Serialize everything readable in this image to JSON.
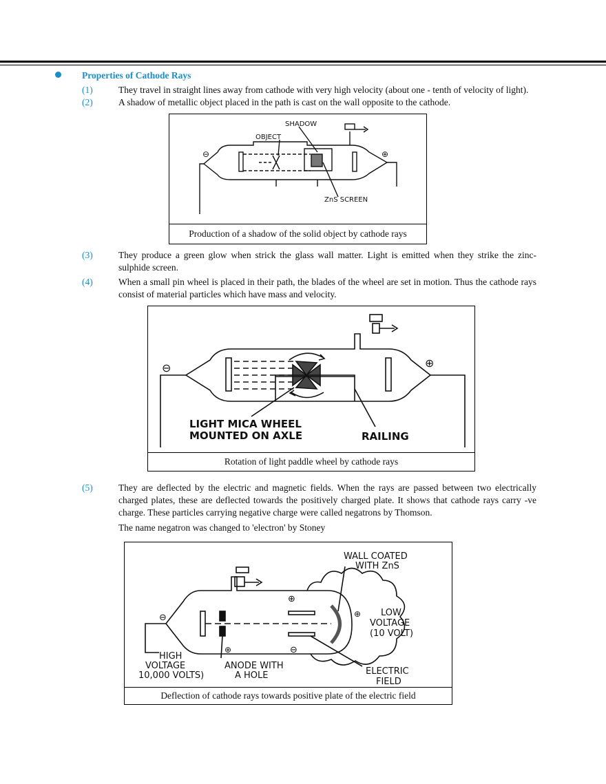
{
  "section": {
    "heading": "Properties of Cathode Rays"
  },
  "items": [
    {
      "num": "(1)",
      "text": "They travel in straight lines away from cathode with very high velocity (about one - tenth of velocity of light)."
    },
    {
      "num": "(2)",
      "text": "A shadow of metallic object placed in the path is cast on the wall opposite to the cathode."
    },
    {
      "num": "(3)",
      "text": "They produce a green glow when strick the glass wall matter. Light is emitted when they strike the zinc-sulphide screen."
    },
    {
      "num": "(4)",
      "text": "When a small pin wheel is placed in their path, the blades of the wheel are set in motion. Thus the cathode rays consist of material particles which have mass and velocity."
    },
    {
      "num": "(5)",
      "text": "They are deflected by the electric and magnetic fields. When the rays are passed between two electrically charged plates, these are deflected towards the positively charged plate. It shows that cathode rays carry -ve charge. These particles carrying negative charge were called negatrons by Thomson."
    }
  ],
  "note": "The name negatron was changed to 'electron' by Stoney",
  "figures": [
    {
      "caption": "Production of a shadow of the solid object by cathode rays",
      "labels": {
        "shadow": "SHADOW",
        "object": "OBJECT",
        "screen": "ZnS SCREEN",
        "minus": "⊖",
        "plus": "⊕"
      }
    },
    {
      "caption": "Rotation of light paddle wheel by cathode rays",
      "labels": {
        "wheel_1": "LIGHT MICA WHEEL",
        "wheel_2": "MOUNTED ON AXLE",
        "railing": "RAILING",
        "minus": "⊖",
        "plus": "⊕"
      }
    },
    {
      "caption": "Deflection of cathode rays towards positive plate of the electric field",
      "labels": {
        "wall_1": "WALL COATED",
        "wall_2": "WITH ZnS",
        "low_1": "LOW",
        "low_2": "VOLTAGE",
        "low_3": "(10 VOLT)",
        "high_1": "HIGH",
        "high_2": "VOLTAGE",
        "high_3": "10,000 VOLTS)",
        "anode_1": "ANODE WITH",
        "anode_2": "A HOLE",
        "field_1": "ELECTRIC",
        "field_2": "FIELD",
        "minus": "⊖",
        "plus": "⊕"
      }
    }
  ]
}
